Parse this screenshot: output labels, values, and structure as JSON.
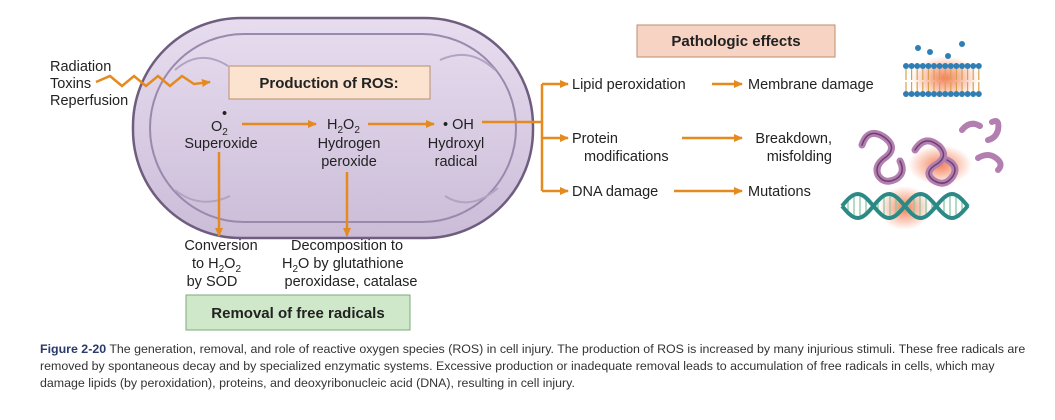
{
  "stimuli": [
    "Radiation",
    "Toxins",
    "Reperfusion"
  ],
  "production_box": "Production of ROS:",
  "species": {
    "superoxide": {
      "formula_base": "O",
      "formula_sub": "2",
      "formula_sup": "•",
      "name": "Superoxide"
    },
    "hydrogen_peroxide": {
      "formula_h": "H",
      "formula_sub1": "2",
      "formula_o": "O",
      "formula_sub2": "2",
      "name_line1": "Hydrogen",
      "name_line2": "peroxide"
    },
    "hydroxyl": {
      "formula": "• OH",
      "name_line1": "Hydroxyl",
      "name_line2": "radical"
    }
  },
  "removal": {
    "sod": {
      "line1": "Conversion",
      "line2_pre": "to H",
      "line2_sub1": "2",
      "line2_mid": "O",
      "line2_sub2": "2",
      "line3": "by SOD"
    },
    "glutathione": {
      "line1": "Decomposition to",
      "line2_h": "H",
      "line2_sub": "2",
      "line2_rest": "O by glutathione",
      "line3": "peroxidase, catalase"
    },
    "box": "Removal of free radicals"
  },
  "pathologic": {
    "box": "Pathologic effects",
    "rows": [
      {
        "cause": "Lipid peroxidation",
        "effect": "Membrane damage"
      },
      {
        "cause_line1": "Protein",
        "cause_line2": "modifications",
        "effect_line1": "Breakdown,",
        "effect_line2": "misfolding"
      },
      {
        "cause": "DNA damage",
        "effect": "Mutations"
      }
    ]
  },
  "caption": {
    "figure_label": "Figure 2-20",
    "text": "The generation, removal, and role of reactive oxygen species (ROS) in cell injury. The production of ROS is increased by many injurious stimuli. These free radicals are removed by spontaneous decay and by specialized enzymatic systems. Excessive production or inadequate removal leads to accumulation of free radicals in cells, which may damage lipids (by peroxidation), proteins, and deoxyribonucleic acid (DNA), resulting in cell injury."
  },
  "colors": {
    "mito_fill": "#d9cde3",
    "mito_stroke": "#6f5d7f",
    "production_box": "#fbe3cf",
    "pathologic_box": "#f7d3c3",
    "removal_box": "#cfe8c9",
    "arrow_orange": "#e58a1f",
    "membrane_blue": "#2f7fb5",
    "protein_purple": "#b27fb0",
    "dna_teal": "#2b8a86"
  }
}
